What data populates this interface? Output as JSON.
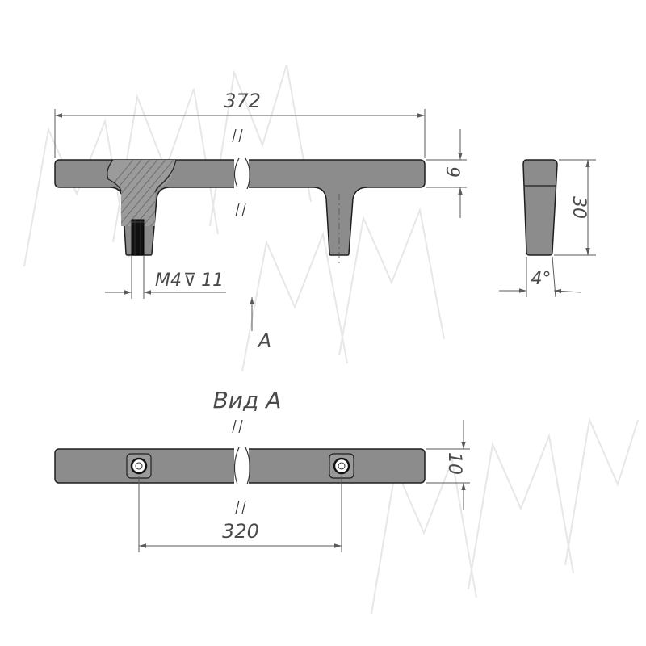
{
  "dimensions": {
    "overall_length": "372",
    "thickness": "9",
    "thread": "M4",
    "thread_depth": "11",
    "height": "30",
    "taper_angle": "4°",
    "width": "10",
    "hole_spacing": "320"
  },
  "labels": {
    "view_arrow": "A",
    "view_title": "Вид А"
  },
  "colors": {
    "part_fill": "#8c8c8c",
    "outline": "#1e1e1e",
    "dimension": "#5a5a5a"
  }
}
